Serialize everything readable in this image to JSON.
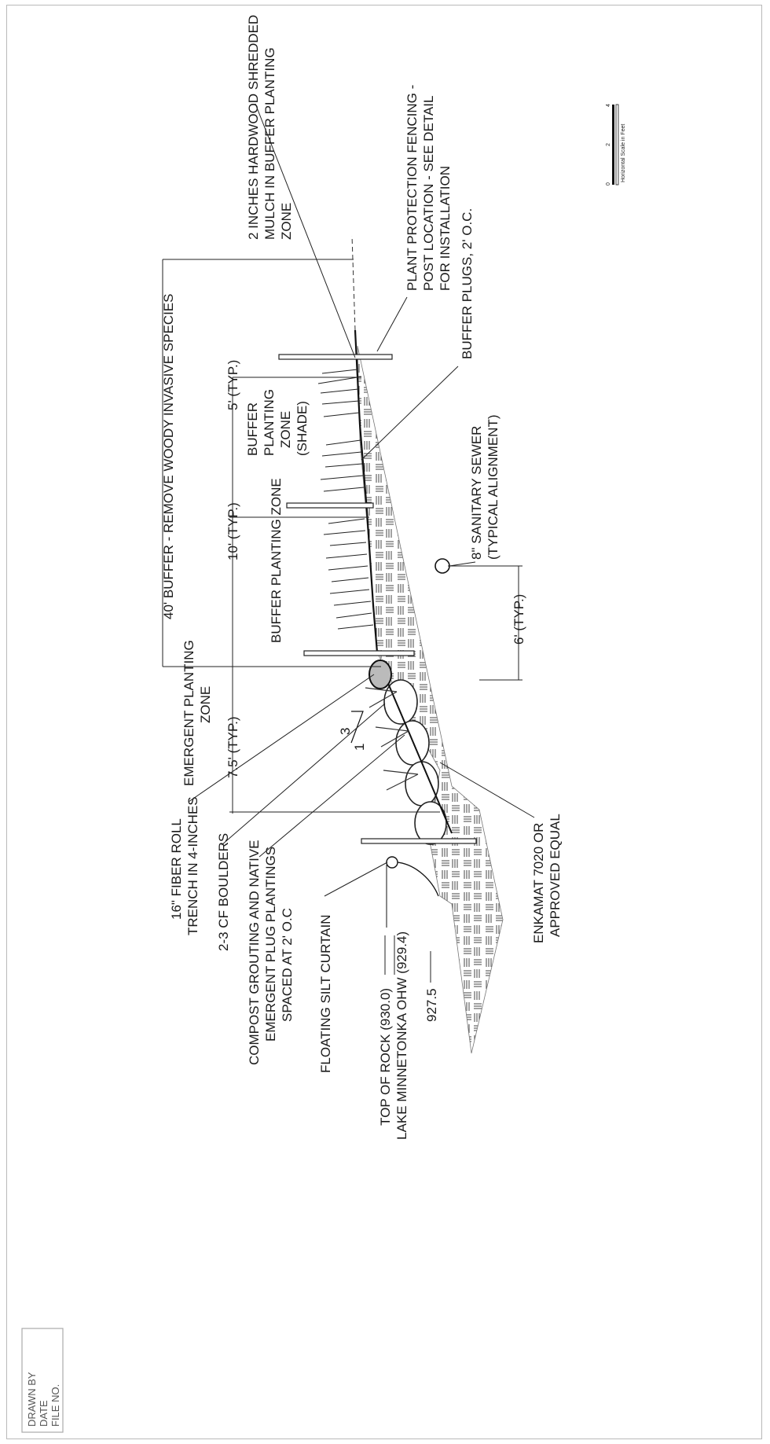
{
  "labels": {
    "buffer_40": "40' BUFFER - REMOVE WOODY INVASIVE SPECIES",
    "mulch": [
      "2 INCHES HARDWOOD SHREDDED",
      "MULCH IN BUFFER PLANTING",
      "ZONE"
    ],
    "fencing": [
      "PLANT PROTECTION FENCING -",
      "POST LOCATION - SEE DETAIL",
      "FOR INSTALLATION"
    ],
    "buffer_plugs": "BUFFER PLUGS, 2' O.C.",
    "buffer_zone_shade": [
      "BUFFER",
      "PLANTING",
      "ZONE",
      "(SHADE)"
    ],
    "dim_5": "5' (TYP.)",
    "dim_10": "10' (TYP.)",
    "buffer_zone": "BUFFER PLANTING ZONE",
    "sewer": [
      "8\" SANITARY SEWER",
      "(TYPICAL ALIGNMENT)"
    ],
    "dim_6": "6' (TYP.)",
    "emergent_zone": [
      "EMERGENT PLANTING",
      "ZONE"
    ],
    "dim_7_5": "7.5' (TYP.)",
    "slope_run": "3",
    "slope_rise": "1",
    "fiber_roll": [
      "16\" FIBER ROLL",
      "TRENCH IN 4-INCHES"
    ],
    "boulders": "2-3 CF BOULDERS",
    "compost": [
      "COMPOST GROUTING AND NATIVE",
      "EMERGENT PLUG PLANTINGS",
      "SPACED AT 2' O.C"
    ],
    "silt_curtain": "FLOATING SILT CURTAIN",
    "enkamat": [
      "ENKAMAT 7020 OR",
      "APPROVED EQUAL"
    ],
    "top_rock": "TOP OF ROCK (930.0)",
    "lake": "LAKE MINNETONKA OHW (929.4)",
    "elev_927": "927.5"
  },
  "scale_bar": {
    "ticks": [
      "0",
      "2",
      "4"
    ],
    "caption": "Horizontal Scale in Feet"
  },
  "stamp": {
    "text": [
      "DRAWN BY",
      "DATE",
      "FILE NO."
    ]
  }
}
